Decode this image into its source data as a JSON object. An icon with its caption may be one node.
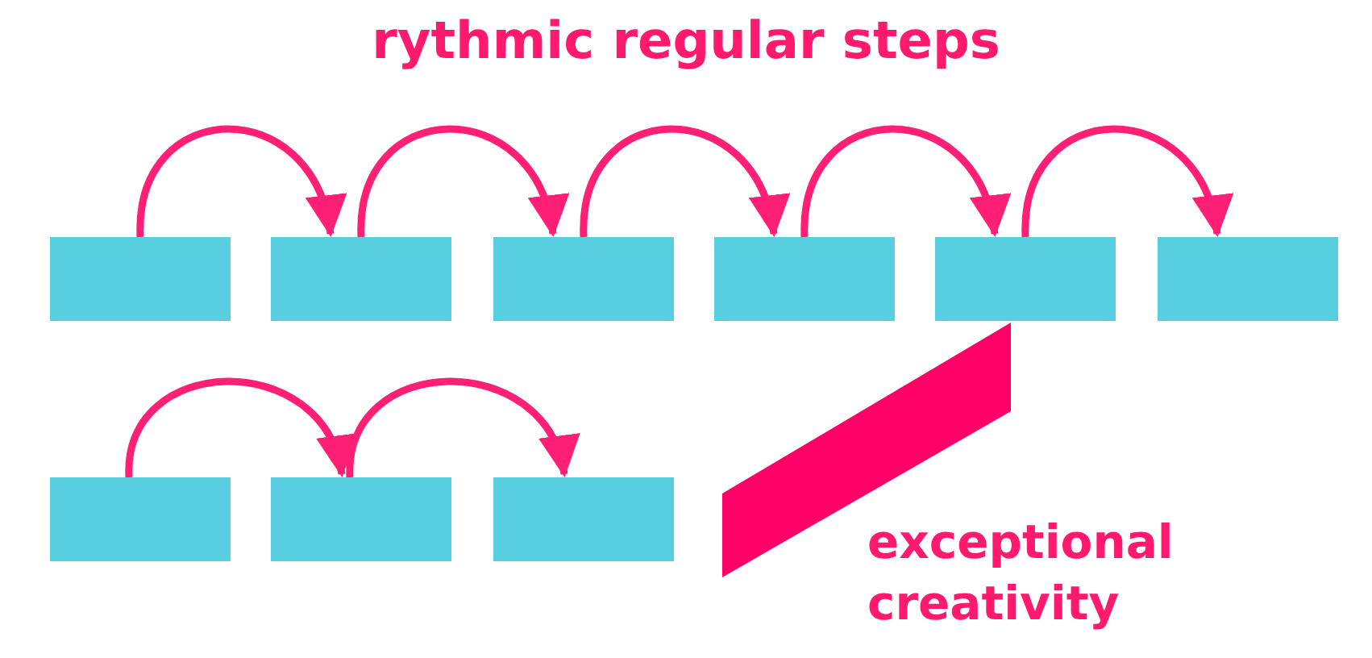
{
  "diagram": {
    "title": "rythmic regular steps",
    "nodes": [
      {
        "text": [],
        "shape": "box"
      },
      {
        "text": [],
        "shape": "box"
      },
      {
        "text": [],
        "shape": "box"
      },
      {
        "text": [],
        "shape": "box"
      },
      {
        "text": [],
        "shape": "box"
      },
      {
        "text": [],
        "shape": "box"
      },
      {
        "text": [],
        "shape": "box"
      },
      {
        "text": [],
        "shape": "box"
      },
      {
        "text": [],
        "shape": "box"
      },
      {
        "text": [],
        "shape": "parallelogram",
        "beside": [
          "exceptional creativity"
        ]
      }
    ],
    "edges": [
      {
        "from": 0,
        "to": 1,
        "arrow": "to"
      },
      {
        "from": 1,
        "to": 2,
        "arrow": "to"
      },
      {
        "from": 2,
        "to": 3,
        "arrow": "to"
      },
      {
        "from": 3,
        "to": 4,
        "arrow": "to"
      },
      {
        "from": 4,
        "to": 5,
        "arrow": "to"
      },
      {
        "from": 6,
        "to": 7,
        "arrow": "to"
      },
      {
        "from": 7,
        "to": 8,
        "arrow": "to"
      }
    ]
  }
}
